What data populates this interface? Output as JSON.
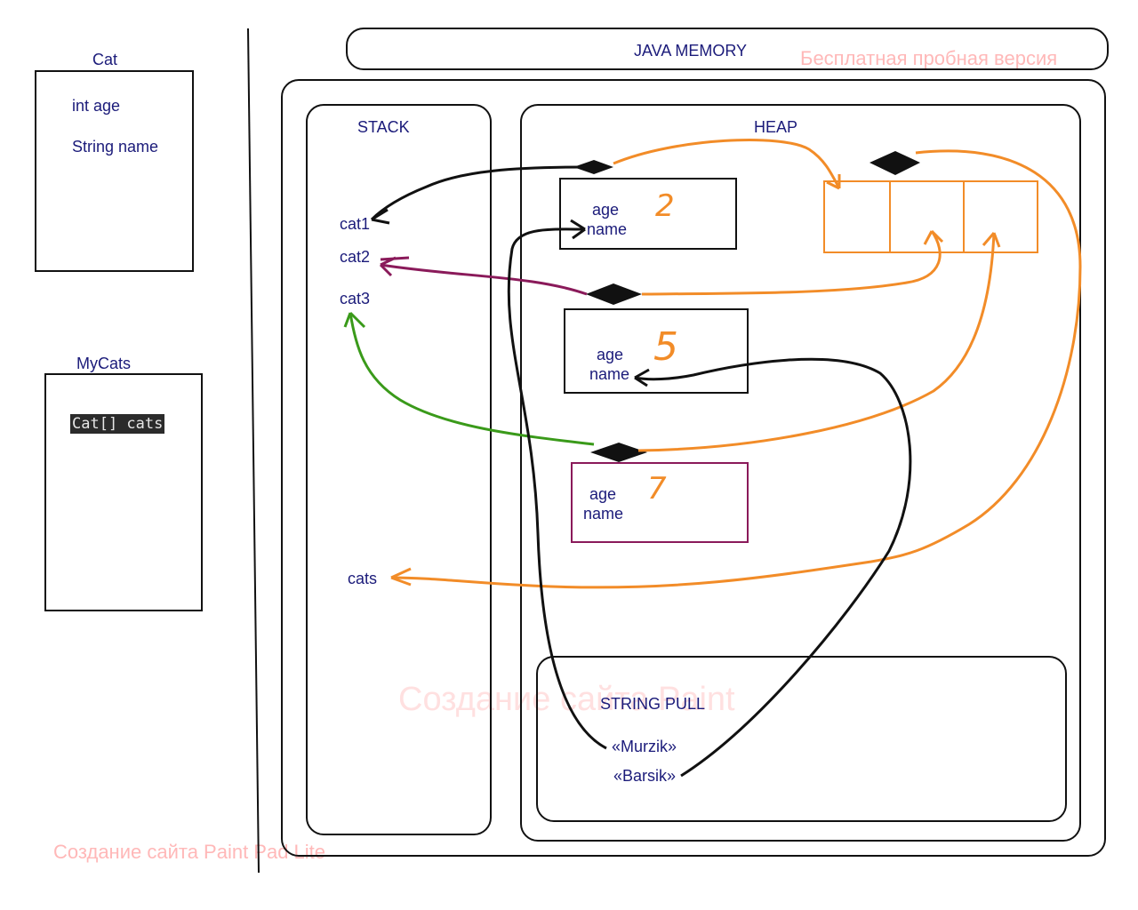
{
  "class_cat": {
    "title": "Cat",
    "fields": [
      "int age",
      "String name"
    ]
  },
  "class_mycats": {
    "title": "MyCats",
    "field_code": "Cat[] cats"
  },
  "memory": {
    "title": "JAVA MEMORY"
  },
  "stack": {
    "title": "STACK",
    "vars": [
      "cat1",
      "cat2",
      "cat3",
      "cats"
    ]
  },
  "heap": {
    "title": "HEAP",
    "objects": [
      {
        "age_label": "age",
        "name_label": "name",
        "value": "2"
      },
      {
        "age_label": "age",
        "name_label": "name",
        "value": "5"
      },
      {
        "age_label": "age",
        "name_label": "name",
        "value": "7"
      }
    ]
  },
  "string_pool": {
    "title": "STRING PULL",
    "strings": [
      "«Murzik»",
      "«Barsik»"
    ]
  },
  "watermarks": {
    "top_right": "Бесплатная пробная версия",
    "center": "Создание сайта Paint",
    "bottom_left": "Создание сайта Paint Pad Lite"
  },
  "colors": {
    "orange": "#f28c28",
    "purple": "#8a1a5a",
    "green": "#3a9a1a",
    "black": "#111111",
    "text": "#1b1b7a"
  }
}
